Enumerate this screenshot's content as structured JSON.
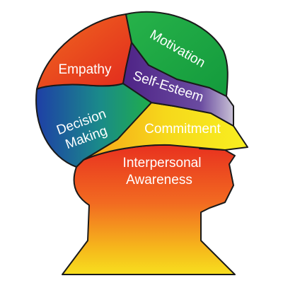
{
  "regions": {
    "empathy": {
      "label": "Empathy"
    },
    "motivation": {
      "label": "Motivation"
    },
    "self_esteem": {
      "label": "Self-Esteem"
    },
    "decision_making": {
      "line1": "Decision",
      "line2": "Making"
    },
    "commitment": {
      "label": "Commitment"
    },
    "interpersonal_awareness": {
      "line1": "Interpersonal",
      "line2": "Awareness"
    }
  },
  "colors": {
    "red": "#e8311f",
    "orange": "#f37021",
    "yellow": "#f6e51b",
    "green": "#1faa4a",
    "blue": "#1d56b0",
    "purple": "#5a2a8e",
    "outline": "#1a1a1a"
  }
}
